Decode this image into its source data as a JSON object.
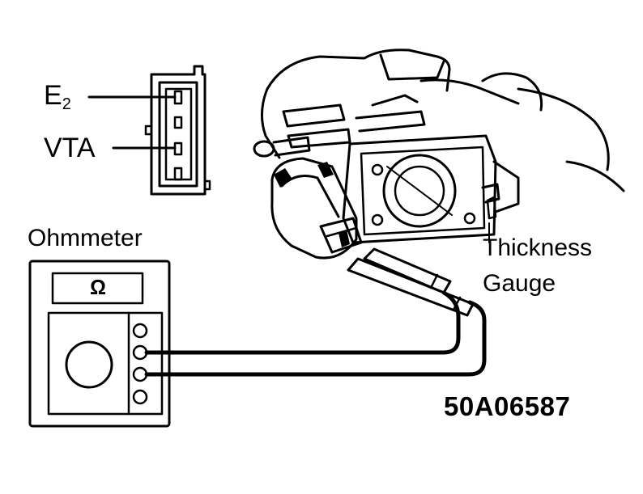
{
  "labels": {
    "e2_main": "E",
    "e2_sub": "2",
    "vta": "VTA",
    "ohmmeter": "Ohmmeter",
    "thickness": "Thickness",
    "gauge": "Gauge",
    "figure_code": "50A06587"
  },
  "ohmmeter_symbol": "Ω",
  "colors": {
    "ink": "#000000",
    "paper": "#ffffff"
  }
}
